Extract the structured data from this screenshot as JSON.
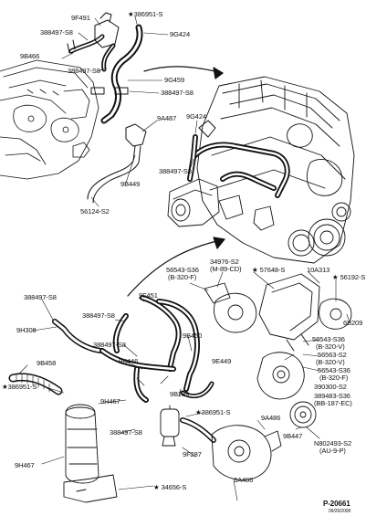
{
  "labels": {
    "l_9f491": "9F491",
    "l_386951s_top": "★386951-S",
    "l_388497s8_a": "388497-S8",
    "l_9g424_a": "9G424",
    "l_9b466": "9B466",
    "l_388497s8_b": "388497-S8",
    "l_9g459": "9G459",
    "l_388497s8_c": "388497-S8",
    "l_9a487": "9A487",
    "l_9g424_b": "9G424",
    "l_388497s8_d": "388497-S8",
    "l_9b449": "9B449",
    "l_56124s2": "56124-S2",
    "l_34976s2": "34976-S2",
    "l_m89cd": "(M-89-CD)",
    "l_56543s36_a": "56543-S36",
    "l_b320f_a": "(B-320-F)",
    "l_57648s": "★ 57648-S",
    "l_10a313": "10A313",
    "l_56192s": "★ 56192-S",
    "l_388497s8_e": "388497-S8",
    "l_9f451": "9F451",
    "l_9h308": "9H308",
    "l_388497s8_f": "388497-S8",
    "l_9b450": "9B450",
    "l_6b209": "6B209",
    "l_56543s36_b": "56543-S36",
    "l_b320v_a": "(B-320-V)",
    "l_56563s2": "56563-S2",
    "l_b320v_b": "(B-320-V)",
    "l_56543s36_c": "56543-S36",
    "l_b320f_b": "(B-320-F)",
    "l_390300s2": "390300-S2",
    "l_389483s36": "389483-S36",
    "l_bb187ec": "(BB-187-EC)",
    "l_9b458": "9B458",
    "l_388497s8_g": "388497-S8",
    "l_9k446": "9K446",
    "l_9e449": "9E449",
    "l_9b289": "9B289",
    "l_9h467_a": "9H467",
    "l_386951s_left": "★386951-S",
    "l_386951s_mid": "★386951-S",
    "l_388497s8_h": "388497-S8",
    "l_9a486_a": "9A486",
    "l_9b447": "9B447",
    "l_n802493s2": "N802493-S2",
    "l_au9p": "(AU-9-P)",
    "l_9f287": "9F287",
    "l_9h467_b": "9H467",
    "l_9a486_b": "9A486",
    "l_34656s": "★ 34656-S",
    "l_ref": "P-20661",
    "l_date": "09/26/2008"
  }
}
